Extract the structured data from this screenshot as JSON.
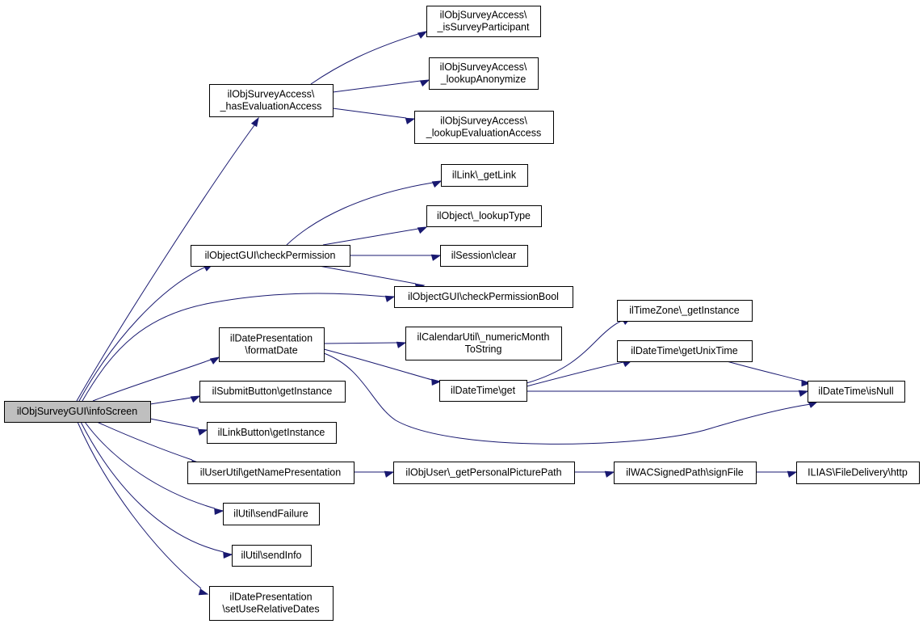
{
  "colors": {
    "edge": "#191970",
    "root_fill": "#bfbfbf",
    "node_fill": "#ffffff",
    "node_border": "#000000"
  },
  "nodes": [
    {
      "id": "infoScreen",
      "lines": [
        "ilObjSurveyGUI\\infoScreen"
      ],
      "root": true
    },
    {
      "id": "hasEvaluationAccess",
      "lines": [
        "ilObjSurveyAccess\\",
        "_hasEvaluationAccess"
      ]
    },
    {
      "id": "isSurveyParticipant",
      "lines": [
        "ilObjSurveyAccess\\",
        "_isSurveyParticipant"
      ]
    },
    {
      "id": "lookupAnonymize",
      "lines": [
        "ilObjSurveyAccess\\",
        "_lookupAnonymize"
      ]
    },
    {
      "id": "lookupEvaluationAccess",
      "lines": [
        "ilObjSurveyAccess\\",
        "_lookupEvaluationAccess"
      ]
    },
    {
      "id": "getLink",
      "lines": [
        "ilLink\\_getLink"
      ]
    },
    {
      "id": "lookupType",
      "lines": [
        "ilObject\\_lookupType"
      ]
    },
    {
      "id": "checkPermission",
      "lines": [
        "ilObjectGUI\\checkPermission"
      ]
    },
    {
      "id": "sessionClear",
      "lines": [
        "ilSession\\clear"
      ]
    },
    {
      "id": "checkPermissionBool",
      "lines": [
        "ilObjectGUI\\checkPermissionBool"
      ]
    },
    {
      "id": "tzGetInstance",
      "lines": [
        "ilTimeZone\\_getInstance"
      ]
    },
    {
      "id": "formatDate",
      "lines": [
        "ilDatePresentation",
        "\\formatDate"
      ]
    },
    {
      "id": "numericMonth",
      "lines": [
        "ilCalendarUtil\\_numericMonth",
        "ToString"
      ]
    },
    {
      "id": "getUnixTime",
      "lines": [
        "ilDateTime\\getUnixTime"
      ]
    },
    {
      "id": "dtGet",
      "lines": [
        "ilDateTime\\get"
      ]
    },
    {
      "id": "isNull",
      "lines": [
        "ilDateTime\\isNull"
      ]
    },
    {
      "id": "submitButton",
      "lines": [
        "ilSubmitButton\\getInstance"
      ]
    },
    {
      "id": "linkButton",
      "lines": [
        "ilLinkButton\\getInstance"
      ]
    },
    {
      "id": "getNamePresentation",
      "lines": [
        "ilUserUtil\\getNamePresentation"
      ]
    },
    {
      "id": "personalPicture",
      "lines": [
        "ilObjUser\\_getPersonalPicturePath"
      ]
    },
    {
      "id": "signFile",
      "lines": [
        "ilWACSignedPath\\signFile"
      ]
    },
    {
      "id": "fileDelivery",
      "lines": [
        "ILIAS\\FileDelivery\\http"
      ]
    },
    {
      "id": "sendFailure",
      "lines": [
        "ilUtil\\sendFailure"
      ]
    },
    {
      "id": "sendInfo",
      "lines": [
        "ilUtil\\sendInfo"
      ]
    },
    {
      "id": "setUseRelativeDates",
      "lines": [
        "ilDatePresentation",
        "\\setUseRelativeDates"
      ]
    }
  ],
  "edges": [
    [
      "infoScreen",
      "hasEvaluationAccess"
    ],
    [
      "infoScreen",
      "checkPermission"
    ],
    [
      "infoScreen",
      "checkPermissionBool"
    ],
    [
      "infoScreen",
      "formatDate"
    ],
    [
      "infoScreen",
      "submitButton"
    ],
    [
      "infoScreen",
      "linkButton"
    ],
    [
      "infoScreen",
      "getNamePresentation"
    ],
    [
      "infoScreen",
      "sendFailure"
    ],
    [
      "infoScreen",
      "sendInfo"
    ],
    [
      "infoScreen",
      "setUseRelativeDates"
    ],
    [
      "hasEvaluationAccess",
      "isSurveyParticipant"
    ],
    [
      "hasEvaluationAccess",
      "lookupAnonymize"
    ],
    [
      "hasEvaluationAccess",
      "lookupEvaluationAccess"
    ],
    [
      "checkPermission",
      "getLink"
    ],
    [
      "checkPermission",
      "lookupType"
    ],
    [
      "checkPermission",
      "sessionClear"
    ],
    [
      "checkPermission",
      "checkPermissionBool"
    ],
    [
      "formatDate",
      "numericMonth"
    ],
    [
      "formatDate",
      "dtGet"
    ],
    [
      "formatDate",
      "isNull"
    ],
    [
      "dtGet",
      "tzGetInstance"
    ],
    [
      "dtGet",
      "getUnixTime"
    ],
    [
      "dtGet",
      "isNull"
    ],
    [
      "getUnixTime",
      "isNull"
    ],
    [
      "getNamePresentation",
      "personalPicture"
    ],
    [
      "personalPicture",
      "signFile"
    ],
    [
      "signFile",
      "fileDelivery"
    ]
  ]
}
